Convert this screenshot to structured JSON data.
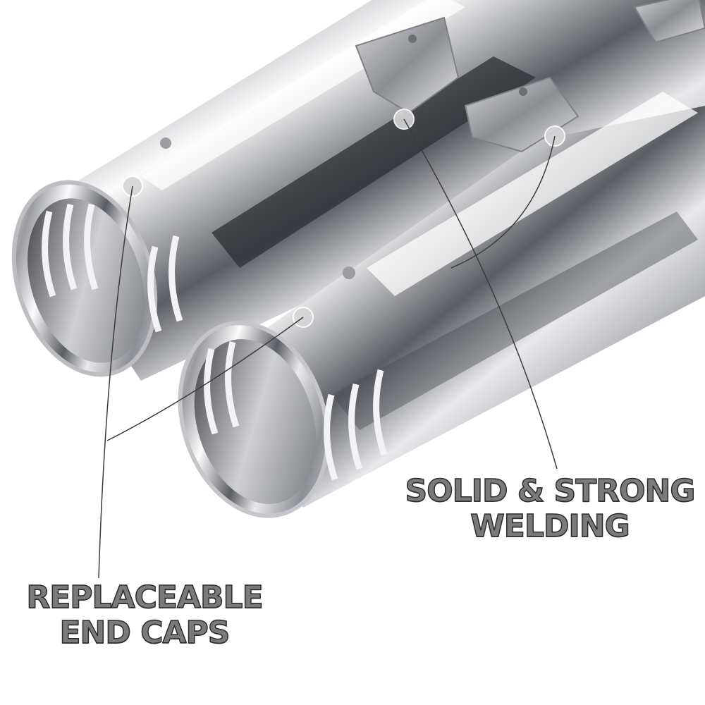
{
  "image": {
    "subject": "Pair of chrome motorcycle exhaust mufflers with slotted end caps and welded mounting brackets",
    "background_color": "#ffffff"
  },
  "callouts": {
    "welding": {
      "line1": "SOLID & STRONG",
      "line2": "WELDING"
    },
    "end_caps": {
      "line1": "REPLACEABLE",
      "line2": "END CAPS"
    }
  },
  "colors": {
    "chrome_dark": "#3a3d42",
    "chrome_light": "#f4f4f6",
    "label_fill": "#7a7a7a",
    "label_stroke": "#2b2b2b"
  }
}
